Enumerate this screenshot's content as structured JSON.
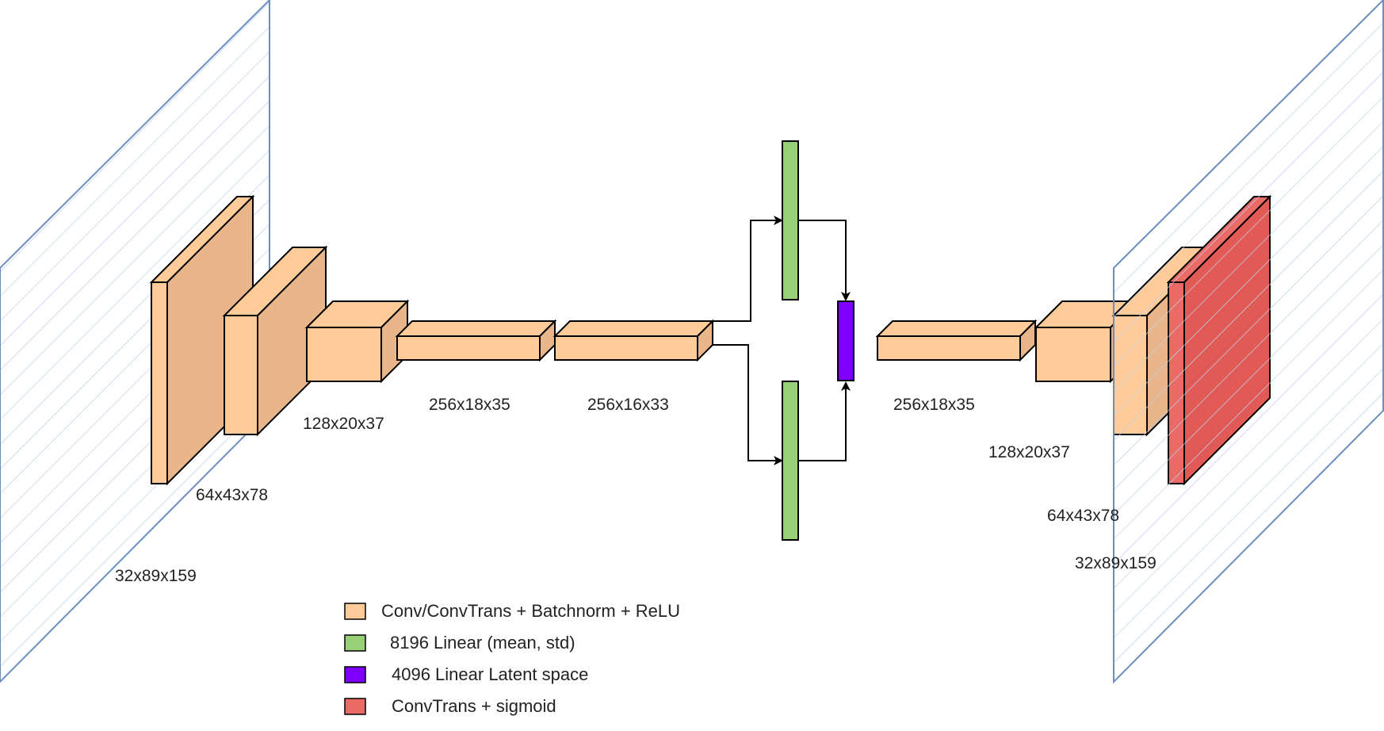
{
  "colors": {
    "conv": "#ffcc99",
    "conv_side": "#e8b68a",
    "linear": "#97d077",
    "latent": "#7f00ff",
    "output": "#ea6b66",
    "output_side": "#e25a55",
    "plane": "#6c8ebf",
    "hatch": "#c0d0e8",
    "stroke": "#000000"
  },
  "encoder": {
    "input_label": "32x89x159",
    "labels": [
      "64x43x78",
      "128x20x37",
      "256x18x35",
      "256x16x33"
    ]
  },
  "decoder": {
    "labels": [
      "256x18x35",
      "128x20x37",
      "64x43x78",
      "32x89x159"
    ]
  },
  "legend": [
    {
      "text": "Conv/ConvTrans + Batchnorm + ReLU",
      "color_key": "conv"
    },
    {
      "text": "8196 Linear (mean, std)",
      "color_key": "linear"
    },
    {
      "text": "4096 Linear Latent space",
      "color_key": "latent"
    },
    {
      "text": "ConvTrans + sigmoid",
      "color_key": "output"
    }
  ]
}
